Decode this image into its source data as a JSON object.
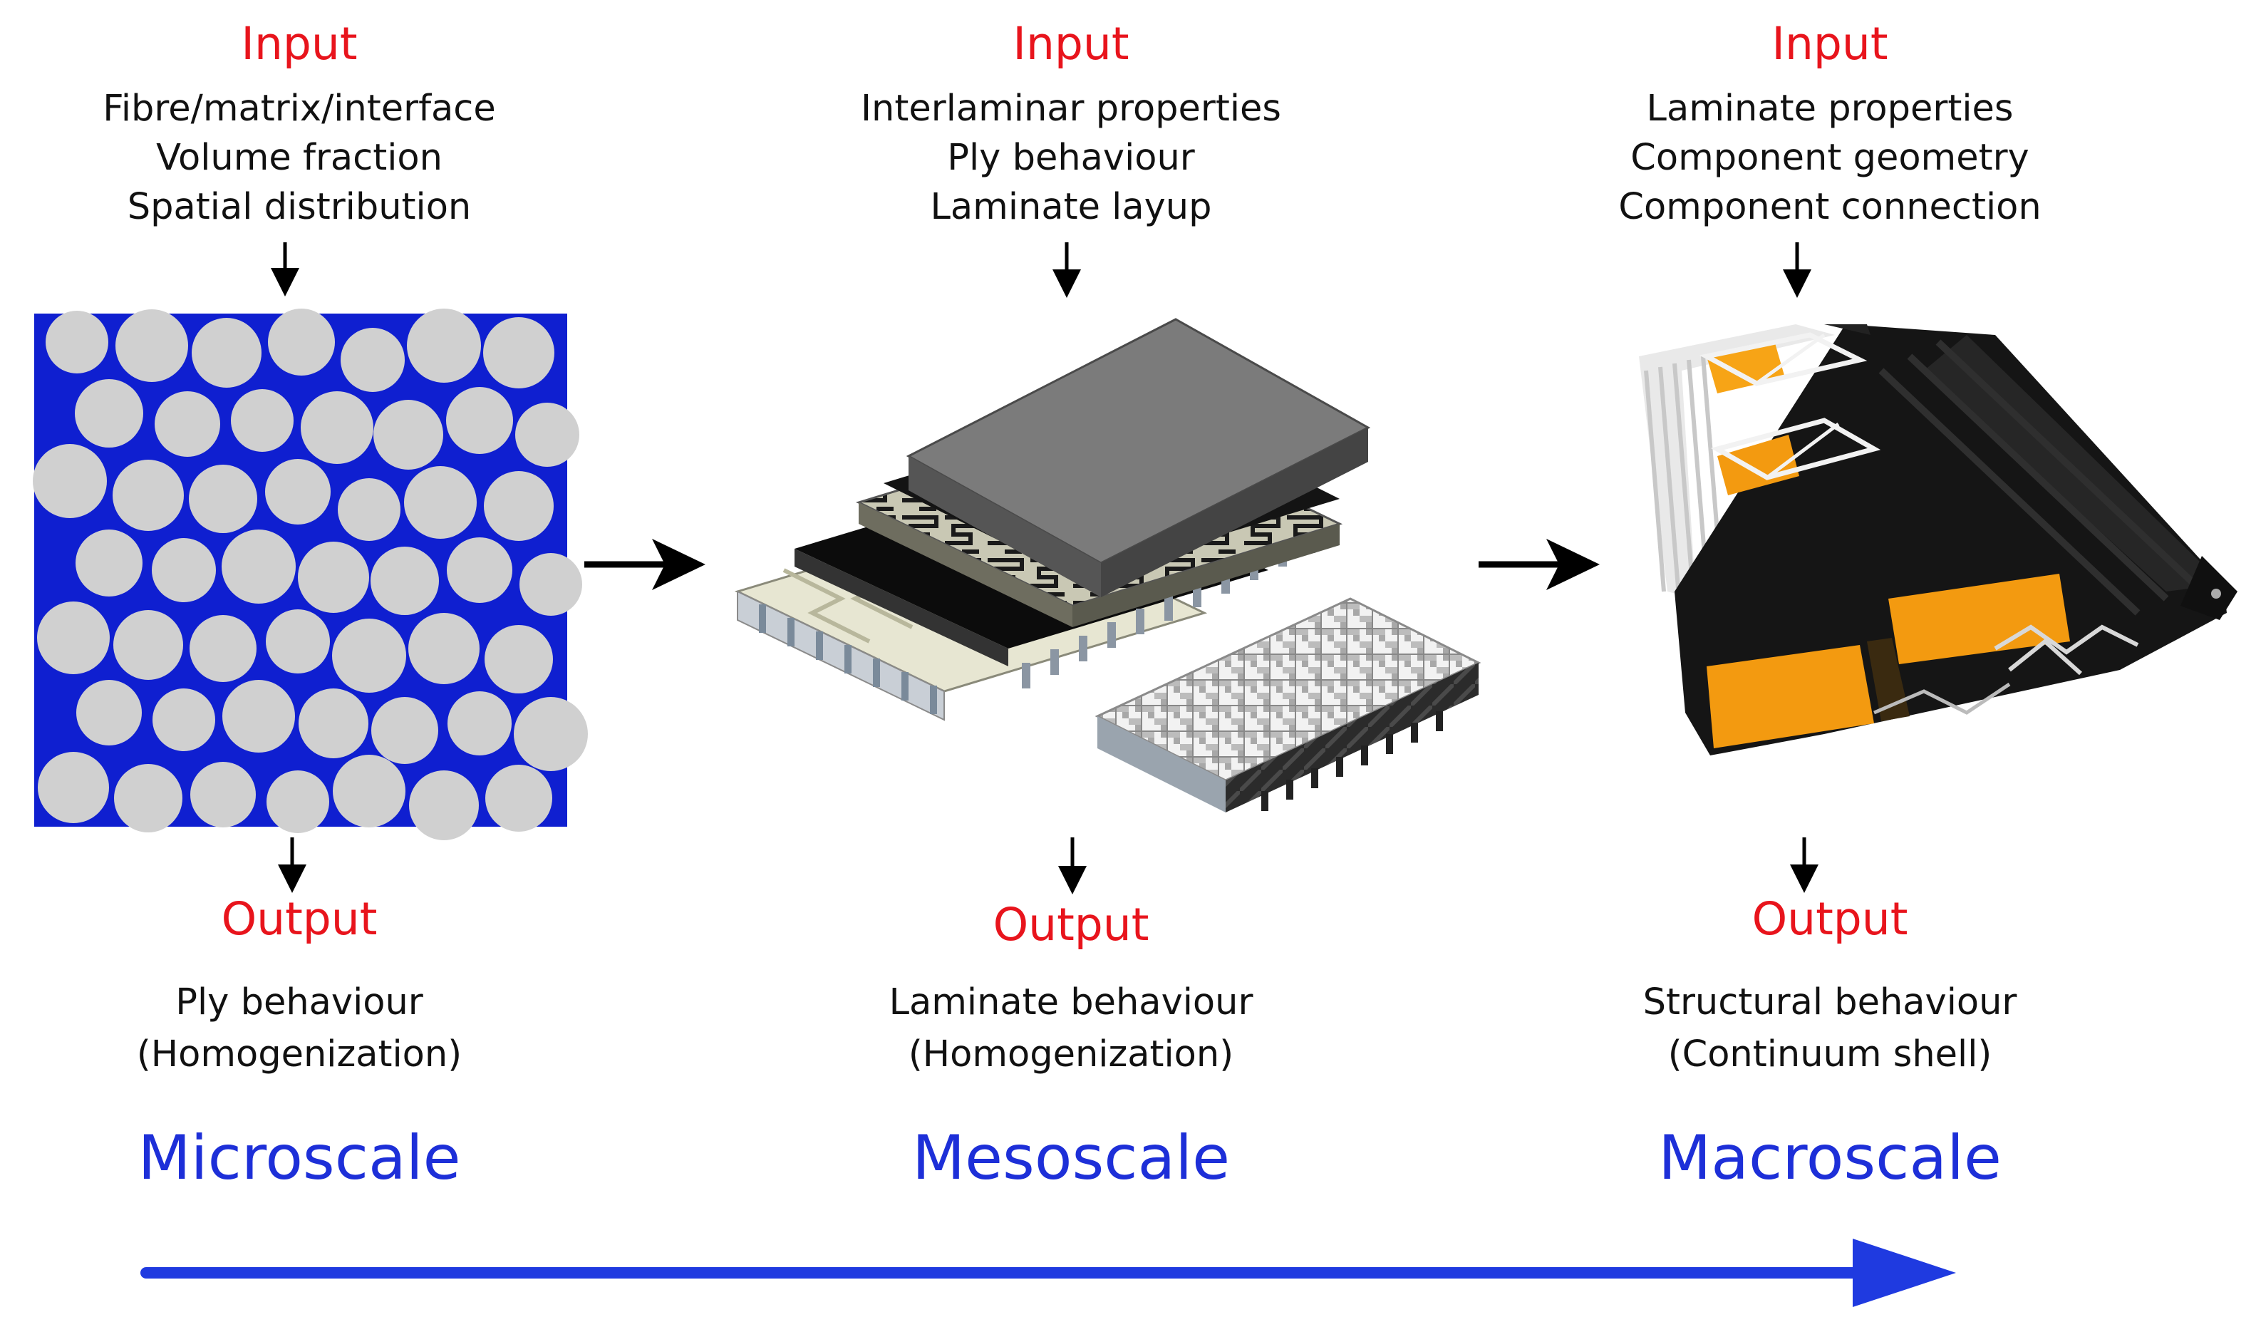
{
  "stages": [
    {
      "input_title": "Input",
      "inputs": [
        "Fibre/matrix/interface",
        "Volume fraction",
        "Spatial distribution"
      ],
      "output_title": "Output",
      "outputs": [
        "Ply behaviour",
        "(Homogenization)"
      ],
      "scale": "Microscale"
    },
    {
      "input_title": "Input",
      "inputs": [
        "Interlaminar properties",
        "Ply behaviour",
        "Laminate layup"
      ],
      "output_title": "Output",
      "outputs": [
        "Laminate behaviour",
        "(Homogenization)"
      ],
      "scale": "Mesoscale"
    },
    {
      "input_title": "Input",
      "inputs": [
        "Laminate properties",
        "Component geometry",
        "Component connection"
      ],
      "output_title": "Output",
      "outputs": [
        "Structural behaviour",
        "(Continuum shell)"
      ],
      "scale": "Macroscale"
    }
  ],
  "colors": {
    "input_output_labels": "#e8141c",
    "scale_labels": "#1d2fd8",
    "matrix_blue": "#0f1fd0",
    "fibre_grey": "#d0d0d0",
    "scale_arrow": "#1f3ae0",
    "wing_panel_orange": "#f39a10"
  }
}
